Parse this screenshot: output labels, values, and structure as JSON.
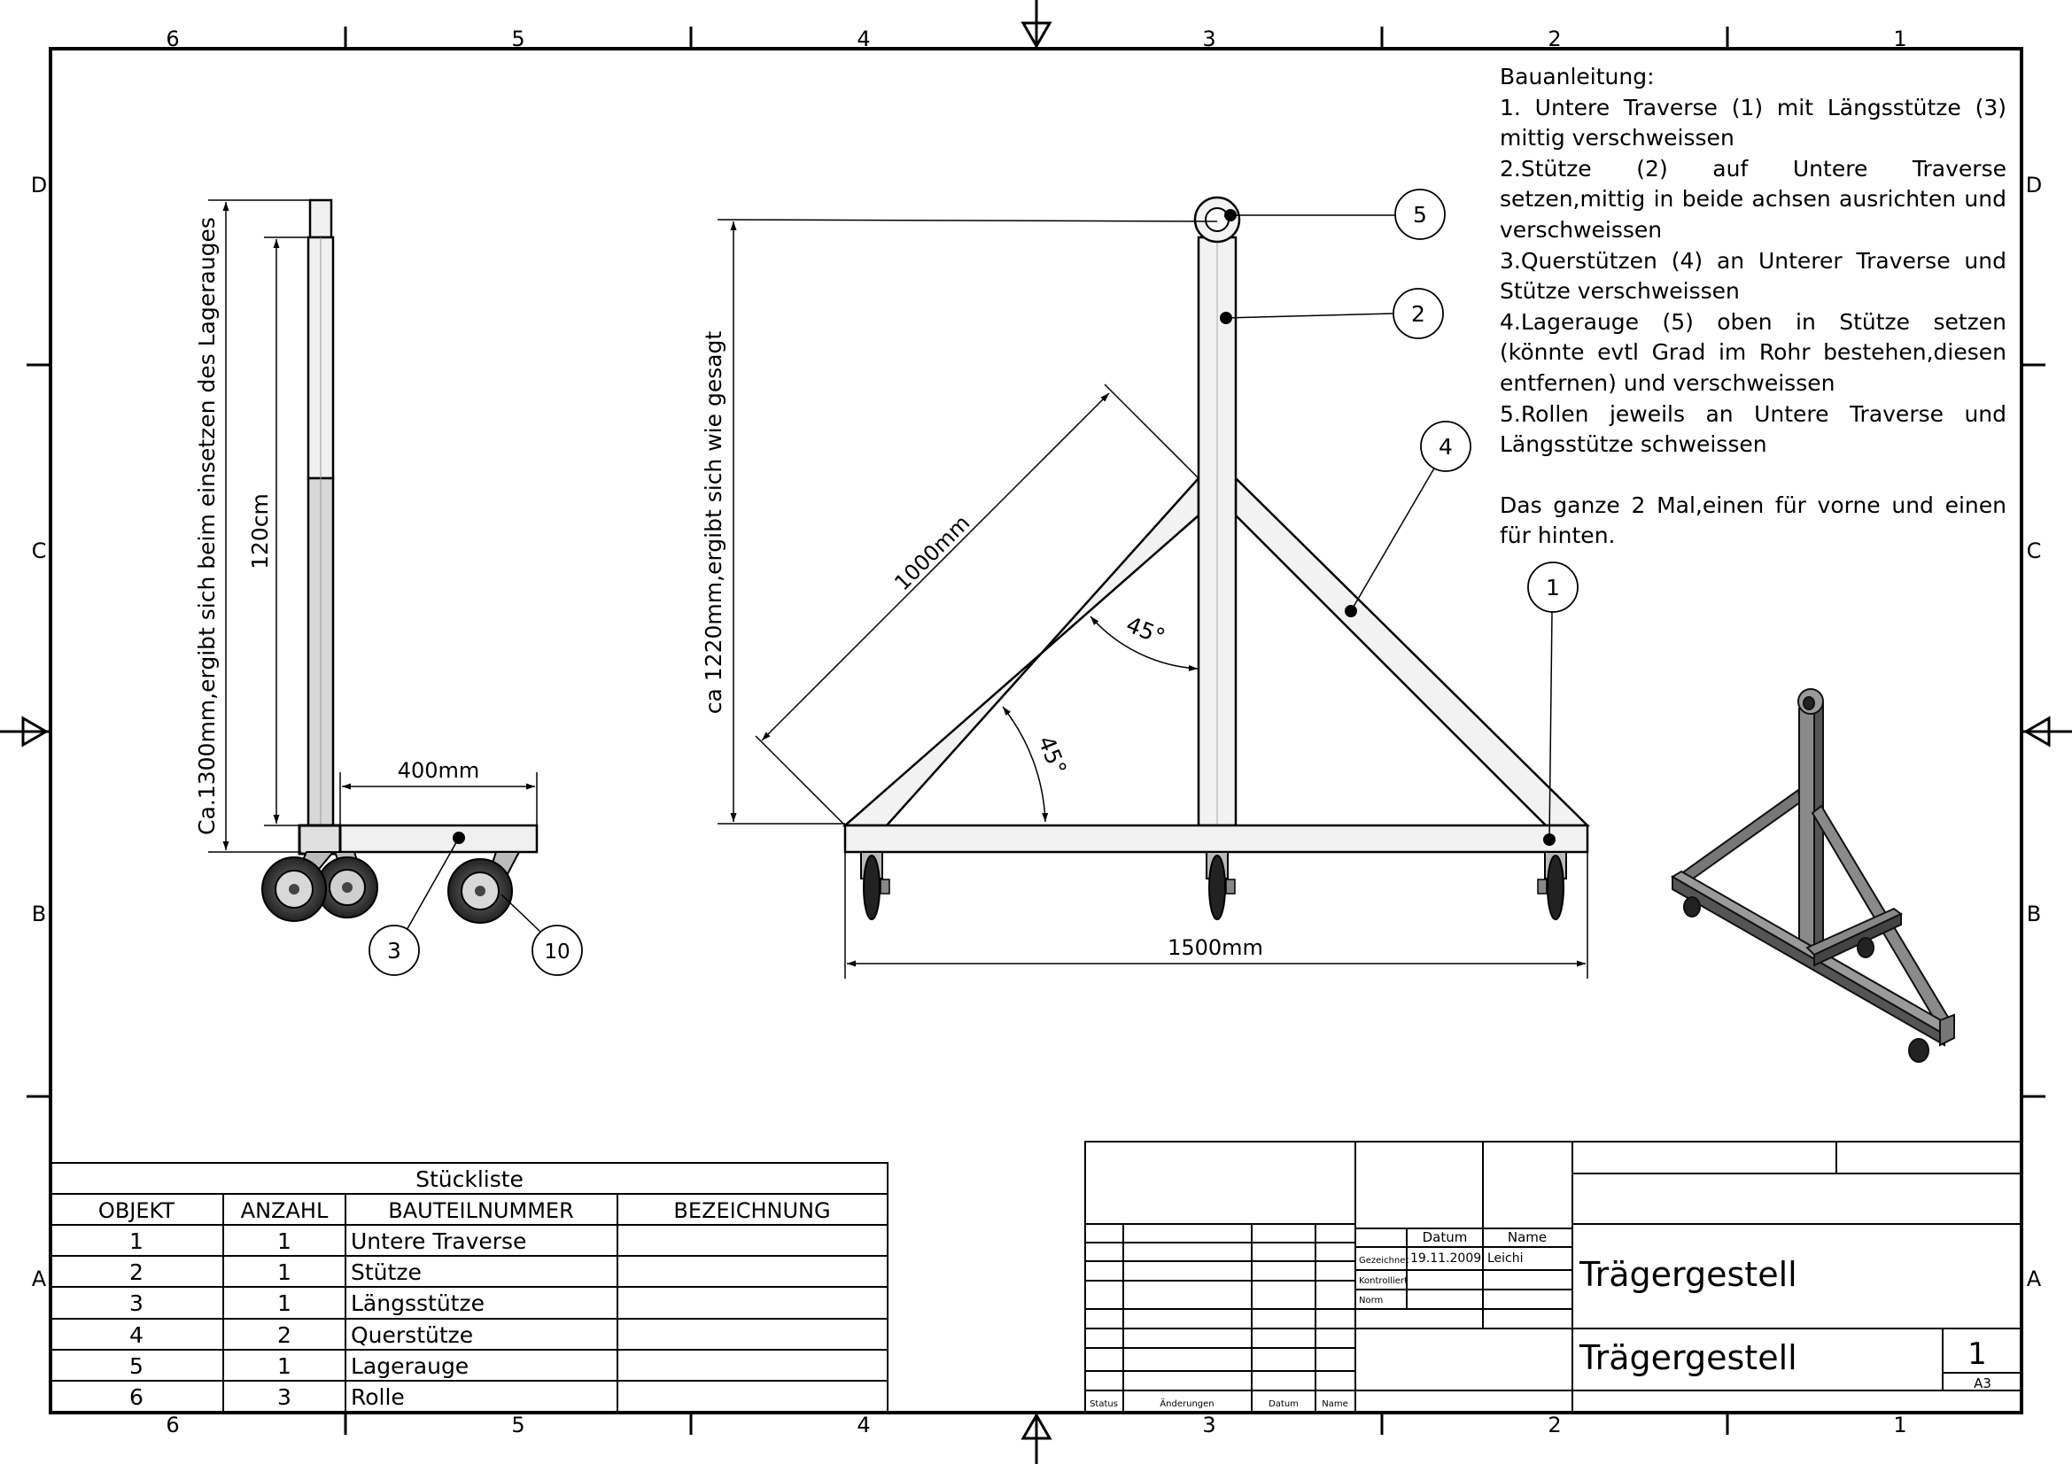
{
  "zones": {
    "columns": [
      "6",
      "5",
      "4",
      "3",
      "2",
      "1"
    ],
    "rows": [
      "D",
      "C",
      "B",
      "A"
    ]
  },
  "instructions": {
    "title": "Bauanleitung:",
    "steps": [
      "1. Untere Traverse (1) mit Längsstütze (3) mittig verschweissen",
      "2.Stütze (2) auf Untere Traverse setzen,mittig in beide achsen ausrichten und verschweissen",
      "3.Querstützen (4) an Unterer Traverse und Stütze verschweissen",
      "4.Lagerauge (5) oben in Stütze setzen (könnte evtl Grad im Rohr bestehen,diesen entfernen) und verschweissen",
      "5.Rollen jeweils an Untere Traverse und Längsstütze schweissen"
    ],
    "note": "Das ganze 2 Mal,einen für vorne und einen für hinten."
  },
  "side_view": {
    "dim_total_height": "Ca.1300mm,ergibt sich beim einsetzen des Lagerauges",
    "dim_post_height": "120cm",
    "dim_base_length": "400mm",
    "balloons": [
      "3",
      "10"
    ]
  },
  "front_view": {
    "dim_height": "ca 1220mm,ergibt sich wie gesagt",
    "dim_brace": "1000mm",
    "angle_upper": "45°",
    "angle_lower": "45°",
    "dim_width": "1500mm",
    "balloons": [
      "5",
      "2",
      "4",
      "1"
    ]
  },
  "parts_list": {
    "title": "Stückliste",
    "headers": [
      "OBJEKT",
      "ANZAHL",
      "BAUTEILNUMMER",
      "BEZEICHNUNG"
    ],
    "rows": [
      {
        "obj": "1",
        "qty": "1",
        "part": "Untere Traverse",
        "desc": ""
      },
      {
        "obj": "2",
        "qty": "1",
        "part": "Stütze",
        "desc": ""
      },
      {
        "obj": "3",
        "qty": "1",
        "part": "Längsstütze",
        "desc": ""
      },
      {
        "obj": "4",
        "qty": "2",
        "part": "Querstütze",
        "desc": ""
      },
      {
        "obj": "5",
        "qty": "1",
        "part": "Lagerauge",
        "desc": ""
      },
      {
        "obj": "6",
        "qty": "3",
        "part": "Rolle",
        "desc": ""
      }
    ]
  },
  "title_block": {
    "col_datum": "Datum",
    "col_name": "Name",
    "row_gezeichnet": "Gezeichnet",
    "row_kontrolliert": "Kontrolliert",
    "row_norm": "Norm",
    "drawn_date": "19.11.2009",
    "drawn_by": "Leichi",
    "title": "Trägergestell",
    "subtitle": "Trägergestell",
    "sheet_number": "1",
    "sheet_format": "A3",
    "rev_status": "Status",
    "rev_changes": "Änderungen",
    "rev_date": "Datum",
    "rev_name": "Name"
  }
}
